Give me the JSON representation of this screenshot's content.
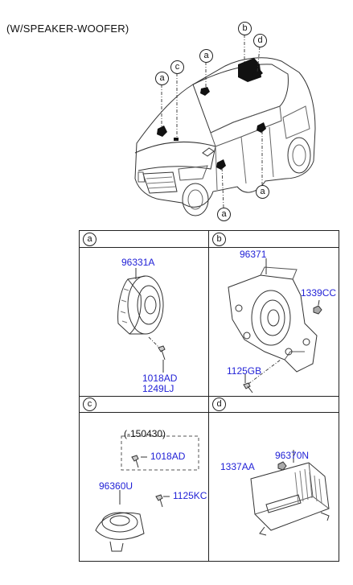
{
  "title": "(W/SPEAKER-WOOFER)",
  "callouts": {
    "a": "a",
    "b": "b",
    "c": "c",
    "d": "d"
  },
  "panels": {
    "a": {
      "letter": "a",
      "parts": [
        "96331A",
        "1018AD",
        "1249LJ"
      ]
    },
    "b": {
      "letter": "b",
      "parts": [
        "96371",
        "1339CC",
        "1125GB"
      ]
    },
    "c": {
      "letter": "c",
      "note": "(-150430)",
      "parts": [
        "1018AD",
        "96360U",
        "1125KC"
      ]
    },
    "d": {
      "letter": "d",
      "parts": [
        "96370N",
        "1337AA"
      ]
    }
  }
}
